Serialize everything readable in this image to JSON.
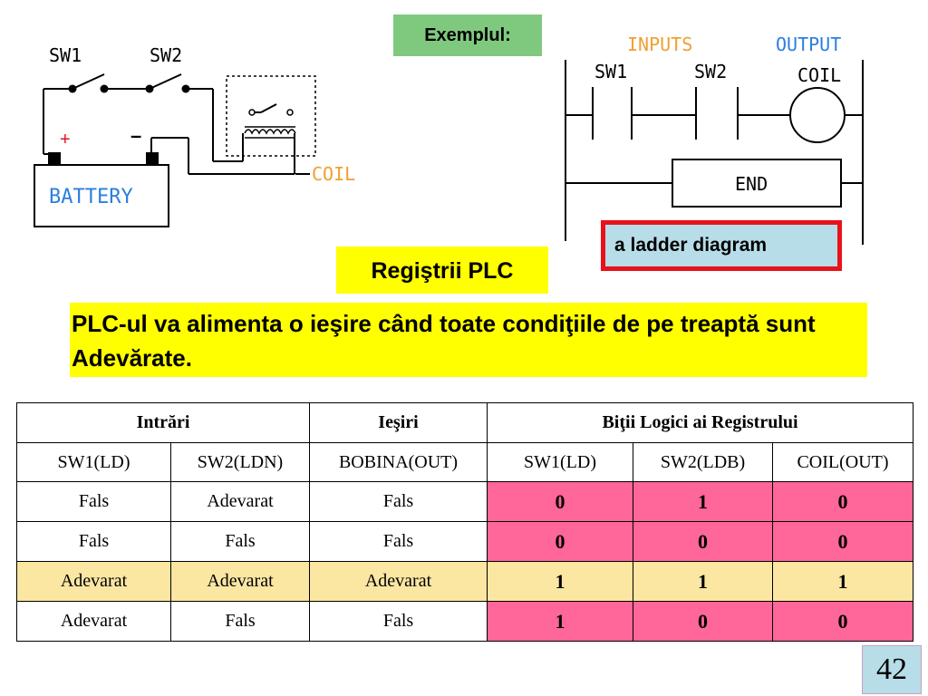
{
  "example_label": "Exemplul:",
  "circuit": {
    "sw1": "SW1",
    "sw2": "SW2",
    "plus": "+",
    "minus": "–",
    "battery": "BATTERY",
    "coil": "COIL"
  },
  "ladder": {
    "inputs": "INPUTS",
    "output": "OUTPUT",
    "sw1": "SW1",
    "sw2": "SW2",
    "coil": "COIL",
    "end": "END",
    "caption": "a ladder diagram"
  },
  "registers_title": "Regiştrii PLC",
  "statement": "PLC-ul va alimenta o ieşire când toate condiţiile de pe treaptă sunt Adevărate.",
  "table": {
    "group_headers": [
      "Intrări",
      "Ieşiri",
      "Biţii Logici ai Registrului"
    ],
    "columns": [
      "SW1(LD)",
      "SW2(LDN)",
      "BOBINA(OUT)",
      "SW1(LD)",
      "SW2(LDB)",
      "COIL(OUT)"
    ],
    "rows": [
      [
        "Fals",
        "Adevarat",
        "Fals",
        "0",
        "1",
        "0"
      ],
      [
        "Fals",
        "Fals",
        "Fals",
        "0",
        "0",
        "0"
      ],
      [
        "Adevarat",
        "Adevarat",
        "Adevarat",
        "1",
        "1",
        "1"
      ],
      [
        "Adevarat",
        "Fals",
        "Fals",
        "1",
        "0",
        "0"
      ]
    ]
  },
  "page_number": "42",
  "colors": {
    "orange_label": "#f0a030",
    "blue_label": "#2a7fe0",
    "pink_cells": "#ff6699",
    "highlight_row": "#fbe6a2"
  }
}
